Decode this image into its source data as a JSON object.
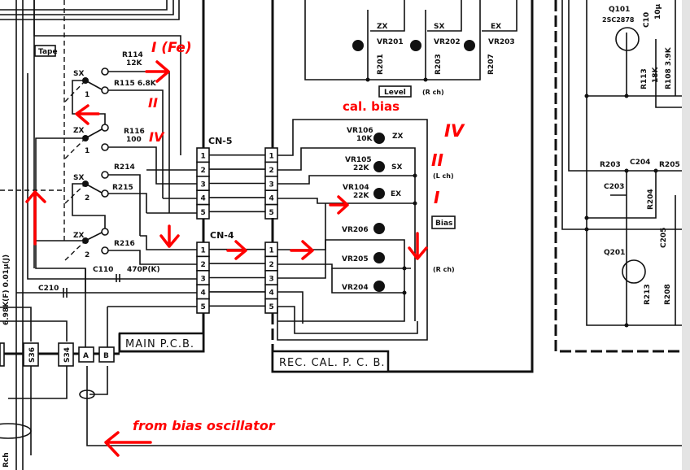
{
  "labels": {
    "tape": "Tape",
    "sx1": "SX",
    "zx1": "ZX",
    "sx2": "SX",
    "zx2": "ZX",
    "sw1a": "1",
    "sw1b": "1",
    "sw2a": "2",
    "sw2b": "2",
    "r114": "R114",
    "r114v": "12K",
    "r115": "R115  6.8K",
    "r116": "R116",
    "r116v": "100",
    "r214": "R214",
    "r215": "R215",
    "r216": "R216",
    "c110": "C110",
    "c110v": "470P(K)",
    "c210": "C210",
    "left_vert": "6.98K(F)  0.01μ(J)",
    "rch_vert": "Rch",
    "cn5": "CN-5",
    "cn4": "CN-4",
    "pins": [
      "1",
      "2",
      "3",
      "4",
      "5"
    ],
    "main_pcb": "MAIN  P.C.B.",
    "rec_cal_pcb": "REC.  CAL. P. C. B.",
    "s36": "S36",
    "s34": "S34",
    "a": "A",
    "b": "B",
    "vr106": "VR106",
    "vr106v": "10K",
    "zx": "ZX",
    "vr105": "VR105",
    "vr105v": "22K",
    "sx": "SX",
    "vr104": "VR104",
    "vr104v": "22K",
    "ex": "EX",
    "vr206": "VR206",
    "vr205": "VR205",
    "vr204": "VR204",
    "lch": "(L ch)",
    "rch": "(R ch)",
    "rch_top": "(R ch)",
    "bias": "Bias",
    "level": "Level",
    "vr201": "VR201",
    "vr202": "VR202",
    "vr203": "VR203",
    "zx_t": "ZX",
    "sx_t": "SX",
    "ex_t": "EX",
    "r201": "R201",
    "r203": "R203",
    "r207": "R207",
    "q101": "Q101",
    "q101t": "2SC2878",
    "r113": "R113",
    "r113v": "18K",
    "r108": "R108  3.9K",
    "c10x": "C10",
    "c10xv": "10μ",
    "r203b": "R203",
    "c204": "C204",
    "r205": "R205",
    "c203": "C203",
    "r204": "R204",
    "c205": "C205",
    "q201": "Q201",
    "r213": "R213",
    "r208": "R208"
  },
  "annotations": {
    "i_fe": "I (Fe)",
    "ii_left": "II",
    "iv_left": "IV",
    "cal_bias": "cal. bias",
    "iv_right": "IV",
    "ii_right": "II",
    "i_right": "I",
    "from_bias": "from bias oscillator"
  },
  "colors": {
    "annotation": "#ff0000",
    "ink": "#111111"
  }
}
